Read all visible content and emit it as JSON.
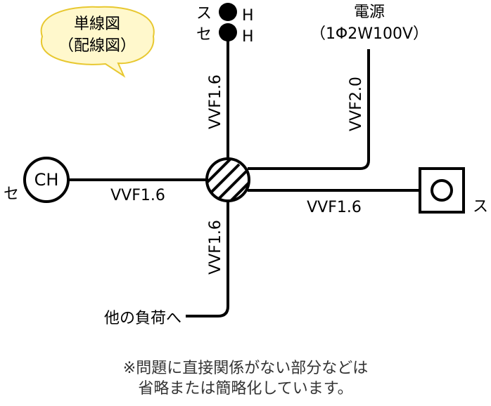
{
  "bubble": {
    "line1": "単線図",
    "line2": "（配線図）"
  },
  "switch_top": {
    "label1": "ス",
    "label2": "セ",
    "h1": "H",
    "h2": "H"
  },
  "power": {
    "line1": "電源",
    "line2": "（1Φ2W100V）"
  },
  "cables": {
    "top": "VVF1.6",
    "power": "VVF2.0",
    "left": "VVF1.6",
    "right": "VVF1.6",
    "bottom": "VVF1.6"
  },
  "ceiling_hook": {
    "symbol": "CH",
    "label": "セ"
  },
  "outlet": {
    "label": "ス"
  },
  "other_load": "他の負荷へ",
  "note": {
    "line1": "※問題に直接関係がない部分などは",
    "line2": "省略または簡略化しています。"
  }
}
